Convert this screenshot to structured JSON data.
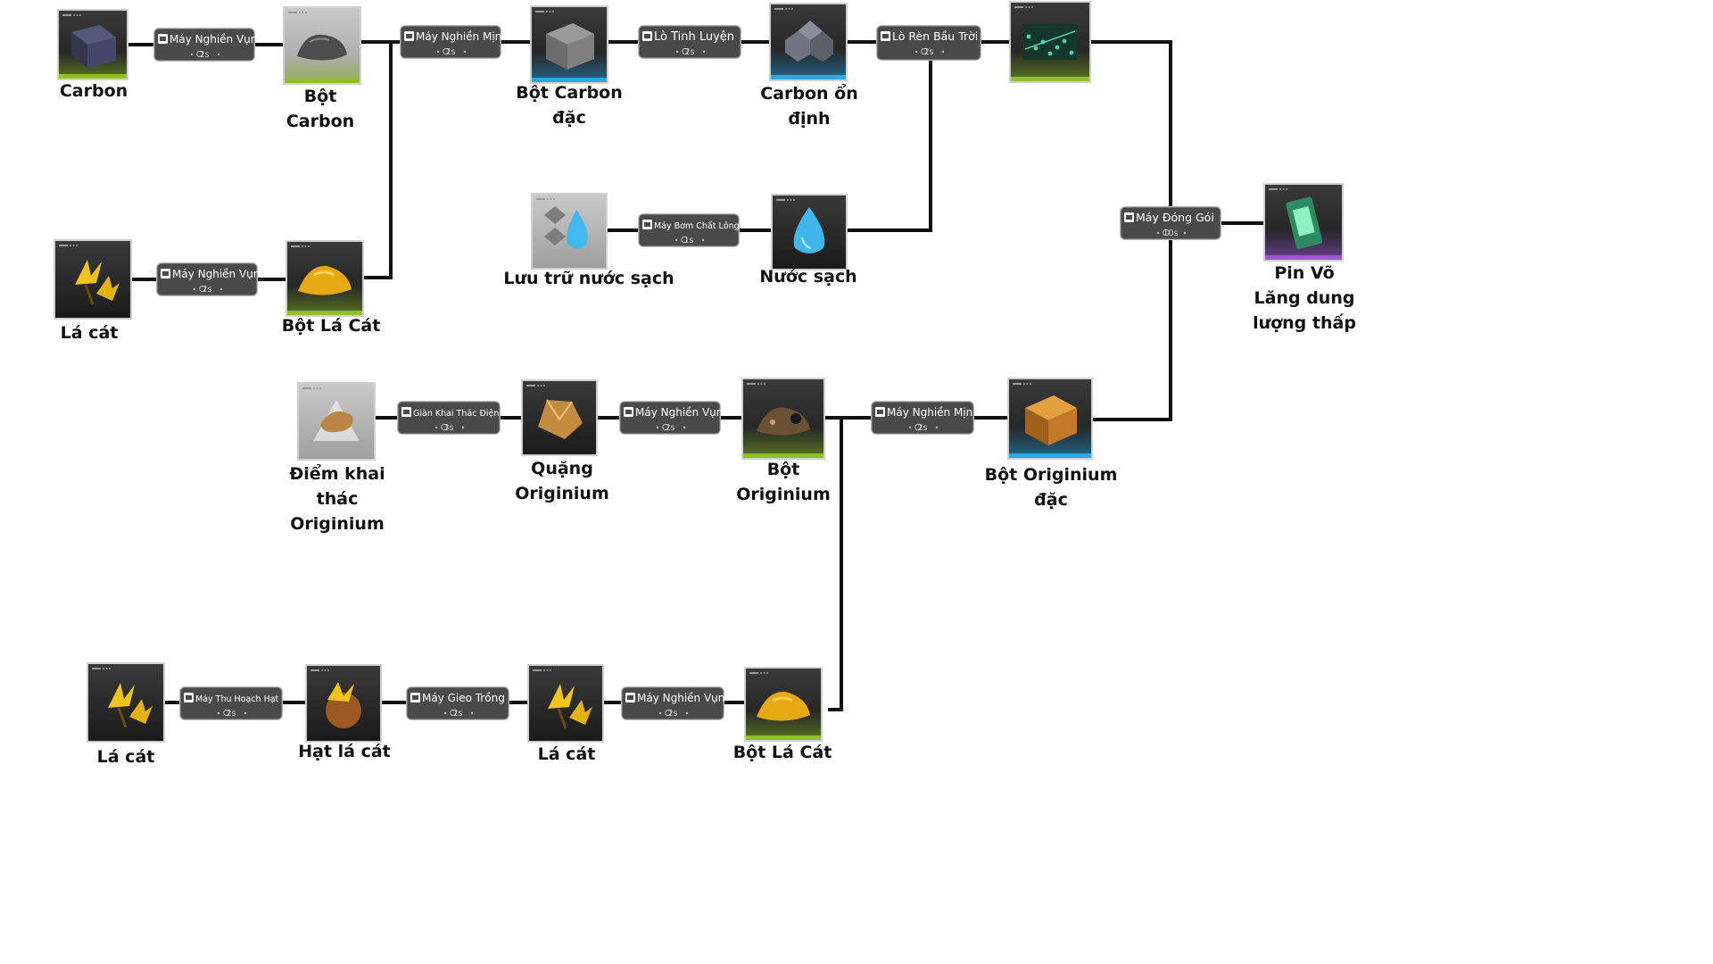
{
  "colors": {
    "line": "#111111",
    "machine_bg": "#4a4a4a",
    "machine_border": "#9a9a9a",
    "tile_bg_dark": "#2b2b2b",
    "tile_bg_light": "#b9b9b9",
    "strip_green": "#8fbf2a",
    "strip_blue": "#2aa7e6",
    "strip_purple": "#9b59d6"
  },
  "items": [
    {
      "id": "carbon",
      "label": [
        "Carbon"
      ],
      "icon": "carbon-ore-cube-icon",
      "strip": "green",
      "bg": "dark"
    },
    {
      "id": "carbon-powder",
      "label": [
        "Bột",
        "Carbon"
      ],
      "icon": "carbon-powder-icon",
      "strip": "green",
      "bg": "light"
    },
    {
      "id": "dense-carbon-powder",
      "label": [
        "Bột Carbon",
        "đặc"
      ],
      "icon": "dense-carbon-cube-icon",
      "strip": "blue",
      "bg": "dark"
    },
    {
      "id": "stable-carbon",
      "label": [
        "Carbon ổn",
        "định"
      ],
      "icon": "stable-carbon-icon",
      "strip": "blue",
      "bg": "dark"
    },
    {
      "id": "crystal-sheet",
      "label": [],
      "icon": "green-crystal-sheet-icon",
      "strip": "green",
      "bg": "dark"
    },
    {
      "id": "sandleaf-1",
      "label": [
        "Lá cát"
      ],
      "icon": "sandleaf-plant-icon",
      "strip": "none",
      "bg": "dark"
    },
    {
      "id": "sandleaf-powder-1",
      "label": [
        "Bột Lá Cát"
      ],
      "icon": "sandleaf-powder-icon",
      "strip": "green",
      "bg": "dark"
    },
    {
      "id": "water-storage",
      "label": [
        "Lưu trữ nước sạch"
      ],
      "icon": "water-storage-icon",
      "strip": "none",
      "bg": "light"
    },
    {
      "id": "clean-water",
      "label": [
        "Nước sạch"
      ],
      "icon": "water-drop-icon",
      "strip": "none",
      "bg": "dark"
    },
    {
      "id": "battery",
      "label": [
        "Pin Võ",
        "Lăng dung",
        "lượng thấp"
      ],
      "icon": "green-battery-icon",
      "strip": "purple",
      "bg": "dark"
    },
    {
      "id": "originium-mine",
      "label": [
        "Điểm khai",
        "thác",
        "Originium"
      ],
      "icon": "originium-mining-point-icon",
      "strip": "none",
      "bg": "light"
    },
    {
      "id": "originium-ore",
      "label": [
        "Quặng",
        "Originium"
      ],
      "icon": "originium-ore-icon",
      "strip": "none",
      "bg": "dark"
    },
    {
      "id": "originium-powder",
      "label": [
        "Bột",
        "Originium"
      ],
      "icon": "originium-powder-icon",
      "strip": "green",
      "bg": "dark"
    },
    {
      "id": "dense-originium-powder",
      "label": [
        "Bột Originium",
        "đặc"
      ],
      "icon": "dense-originium-cube-icon",
      "strip": "blue",
      "bg": "dark"
    },
    {
      "id": "sandleaf-2",
      "label": [
        "Lá cát"
      ],
      "icon": "sandleaf-plant-icon",
      "strip": "none",
      "bg": "dark"
    },
    {
      "id": "sandleaf-seed",
      "label": [
        "Hạt lá cát"
      ],
      "icon": "sandleaf-seed-icon",
      "strip": "none",
      "bg": "dark"
    },
    {
      "id": "sandleaf-3",
      "label": [
        "Lá cát"
      ],
      "icon": "sandleaf-plant-icon",
      "strip": "none",
      "bg": "dark"
    },
    {
      "id": "sandleaf-powder-2",
      "label": [
        "Bột Lá Cát"
      ],
      "icon": "sandleaf-powder-icon",
      "strip": "green",
      "bg": "dark"
    }
  ],
  "machines": [
    {
      "id": "m1",
      "name": "Máy Nghiền Vụn",
      "time": "2s",
      "icon": "crusher-icon"
    },
    {
      "id": "m2",
      "name": "Máy Nghiền Mịn",
      "time": "2s",
      "icon": "grinder-icon"
    },
    {
      "id": "m3",
      "name": "Lò Tinh Luyện",
      "time": "2s",
      "icon": "refinery-icon"
    },
    {
      "id": "m4",
      "name": "Lò Rèn Bầu Trời",
      "time": "2s",
      "icon": "sky-forge-icon"
    },
    {
      "id": "m5",
      "name": "Máy Nghiền Vụn",
      "time": "2s",
      "icon": "crusher-icon"
    },
    {
      "id": "m6",
      "name": "Máy Bơm Chất Lỏng",
      "time": "1s",
      "icon": "pump-icon"
    },
    {
      "id": "m7",
      "name": "Máy Đóng Gói",
      "time": "10s",
      "icon": "packer-icon"
    },
    {
      "id": "m8",
      "name": "Giàn Khai Thác Điện",
      "time": "3s",
      "icon": "drill-rig-icon"
    },
    {
      "id": "m9",
      "name": "Máy Nghiền Vụn",
      "time": "2s",
      "icon": "crusher-icon"
    },
    {
      "id": "m10",
      "name": "Máy Nghiền Mịn",
      "time": "2s",
      "icon": "grinder-icon"
    },
    {
      "id": "m11",
      "name": "Máy Thu Hoạch Hạt",
      "time": "2s",
      "icon": "seed-harvester-icon"
    },
    {
      "id": "m12",
      "name": "Máy Gieo Trồng",
      "time": "2s",
      "icon": "planter-icon"
    },
    {
      "id": "m13",
      "name": "Máy Nghiền Vụn",
      "time": "2s",
      "icon": "crusher-icon"
    }
  ]
}
